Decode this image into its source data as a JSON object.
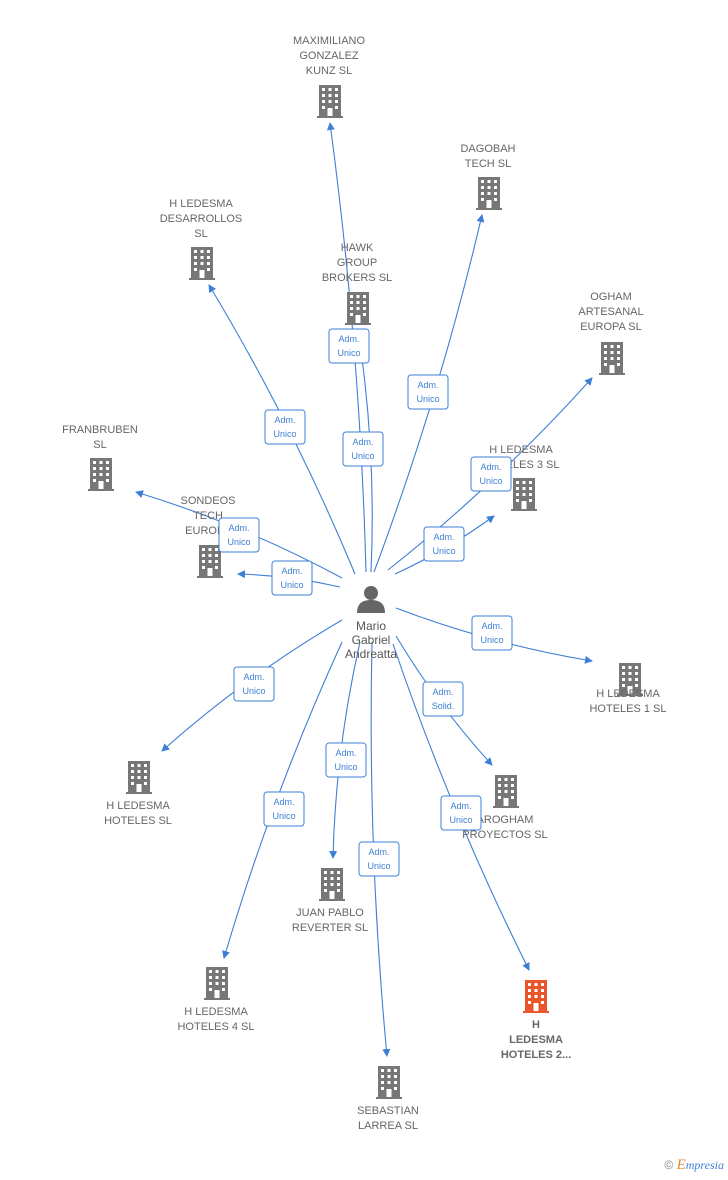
{
  "center": {
    "label_lines": [
      "Mario",
      "Gabriel",
      "Andreatta"
    ],
    "icon": "person-icon"
  },
  "colors": {
    "edge": "#3e7fd6",
    "company": "#777777",
    "focus": "#e8562a",
    "person": "#666666"
  },
  "companies": [
    {
      "id": "maximiliano",
      "lines": [
        "MAXIMILIANO",
        "GONZALEZ",
        "KUNZ  SL"
      ],
      "icon": "building-icon"
    },
    {
      "id": "dagobah",
      "lines": [
        "DAGOBAH",
        "TECH  SL"
      ],
      "icon": "building-icon"
    },
    {
      "id": "desarrollos",
      "lines": [
        "H LEDESMA",
        "DESARROLLOS",
        "SL"
      ],
      "icon": "building-icon"
    },
    {
      "id": "hawk",
      "lines": [
        "HAWK",
        "GROUP",
        "BROKERS  SL"
      ],
      "icon": "building-icon"
    },
    {
      "id": "ogham",
      "lines": [
        "OGHAM",
        "ARTESANAL",
        "EUROPA  SL"
      ],
      "icon": "building-icon"
    },
    {
      "id": "franbruben",
      "lines": [
        "FRANBRUBEN",
        "SL"
      ],
      "icon": "building-icon"
    },
    {
      "id": "hoteles3",
      "lines": [
        "H LEDESMA",
        "HOTELES 3  SL"
      ],
      "icon": "building-icon"
    },
    {
      "id": "sondeos",
      "lines": [
        "SONDEOS",
        "TECH",
        "EUROPA"
      ],
      "icon": "building-icon"
    },
    {
      "id": "hoteles1",
      "lines": [
        "H LEDESMA",
        "HOTELES 1  SL"
      ],
      "icon": "building-icon"
    },
    {
      "id": "hoteles",
      "lines": [
        "H LEDESMA",
        "HOTELES  SL"
      ],
      "icon": "building-icon"
    },
    {
      "id": "arogham",
      "lines": [
        "AROGHAM",
        "PROYECTOS  SL"
      ],
      "icon": "building-icon"
    },
    {
      "id": "juanpablo",
      "lines": [
        "JUAN PABLO",
        "REVERTER  SL"
      ],
      "icon": "building-icon"
    },
    {
      "id": "hoteles4",
      "lines": [
        "H LEDESMA",
        "HOTELES 4  SL"
      ],
      "icon": "building-icon"
    },
    {
      "id": "hoteles2",
      "lines": [
        "H",
        "LEDESMA",
        "HOTELES 2..."
      ],
      "icon": "building-icon",
      "focus": true
    },
    {
      "id": "sebastian",
      "lines": [
        "SEBASTIAN",
        "LARREA  SL"
      ],
      "icon": "building-icon"
    }
  ],
  "edges": [
    {
      "target": "maximiliano",
      "badge": [
        "Adm.",
        "Unico"
      ]
    },
    {
      "target": "hawk",
      "badge": [
        "Adm.",
        "Unico"
      ]
    },
    {
      "target": "dagobah",
      "badge": [
        "Adm.",
        "Unico"
      ]
    },
    {
      "target": "desarrollos",
      "badge": [
        "Adm.",
        "Unico"
      ]
    },
    {
      "target": "ogham",
      "badge": [
        "Adm.",
        "Unico"
      ]
    },
    {
      "target": "hoteles3",
      "badge": [
        "Adm.",
        "Unico"
      ]
    },
    {
      "target": "franbruben",
      "badge": [
        "Adm.",
        "Unico"
      ]
    },
    {
      "target": "sondeos",
      "badge": [
        "Adm.",
        "Unico"
      ]
    },
    {
      "target": "hoteles1",
      "badge": [
        "Adm.",
        "Unico"
      ]
    },
    {
      "target": "hoteles",
      "badge": [
        "Adm.",
        "Unico"
      ]
    },
    {
      "target": "arogham",
      "badge": [
        "Adm.",
        "Solid."
      ]
    },
    {
      "target": "juanpablo",
      "badge": [
        "Adm.",
        "Unico"
      ]
    },
    {
      "target": "hoteles4",
      "badge": [
        "Adm.",
        "Unico"
      ]
    },
    {
      "target": "hoteles2",
      "badge": [
        "Adm.",
        "Unico"
      ]
    },
    {
      "target": "sebastian",
      "badge": [
        "Adm.",
        "Unico"
      ]
    }
  ],
  "footer": {
    "copyright": "©",
    "brand_first": "E",
    "brand_rest": "mpresia"
  }
}
